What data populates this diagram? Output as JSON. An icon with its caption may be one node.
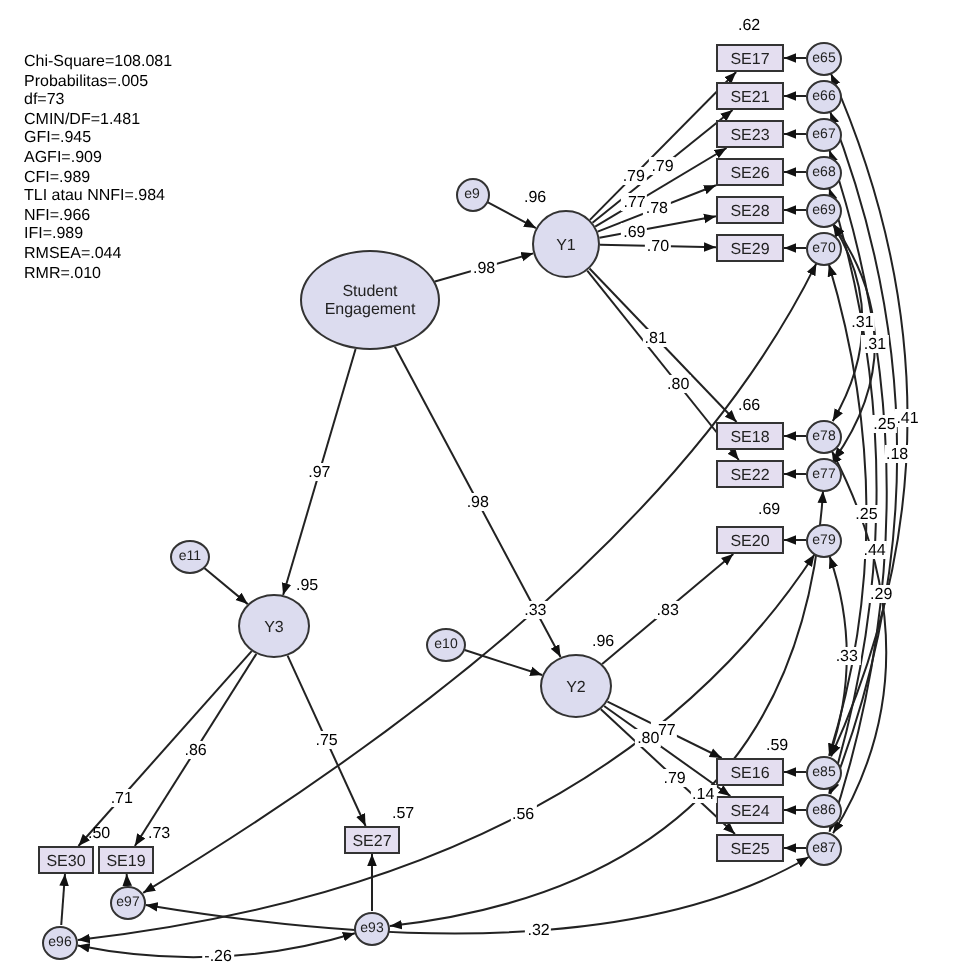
{
  "diagram": {
    "nodes": [
      {
        "text": [
          "Student Engagement"
        ]
      },
      {
        "text": [
          "Y1"
        ],
        "beside": [
          ".96"
        ]
      },
      {
        "text": [
          "Y2"
        ],
        "beside": [
          ".96"
        ]
      },
      {
        "text": [
          "Y3"
        ],
        "beside": [
          ".95"
        ]
      },
      {
        "text": [
          "e9"
        ]
      },
      {
        "text": [
          "e10"
        ]
      },
      {
        "text": [
          "e11"
        ]
      },
      {
        "text": [
          "SE17"
        ],
        "beside": [
          ".62"
        ]
      },
      {
        "text": [
          "SE21"
        ]
      },
      {
        "text": [
          "SE23"
        ]
      },
      {
        "text": [
          "SE26"
        ]
      },
      {
        "text": [
          "SE28"
        ]
      },
      {
        "text": [
          "SE29"
        ]
      },
      {
        "text": [
          "SE18"
        ],
        "beside": [
          ".66"
        ]
      },
      {
        "text": [
          "SE22"
        ]
      },
      {
        "text": [
          "SE20"
        ],
        "beside": [
          ".69"
        ]
      },
      {
        "text": [
          "SE16"
        ],
        "beside": [
          ".59"
        ]
      },
      {
        "text": [
          "SE24"
        ]
      },
      {
        "text": [
          "SE25"
        ]
      },
      {
        "text": [
          "SE30"
        ],
        "beside": [
          ".50"
        ]
      },
      {
        "text": [
          "SE19"
        ],
        "beside": [
          ".73"
        ]
      },
      {
        "text": [
          "SE27"
        ],
        "beside": [
          ".57"
        ]
      },
      {
        "text": [
          "e65"
        ]
      },
      {
        "text": [
          "e66"
        ]
      },
      {
        "text": [
          "e67"
        ]
      },
      {
        "text": [
          "e68"
        ]
      },
      {
        "text": [
          "e69"
        ]
      },
      {
        "text": [
          "e70"
        ]
      },
      {
        "text": [
          "e78"
        ]
      },
      {
        "text": [
          "e77"
        ]
      },
      {
        "text": [
          "e79"
        ]
      },
      {
        "text": [
          "e85"
        ]
      },
      {
        "text": [
          "e86"
        ]
      },
      {
        "text": [
          "e87"
        ]
      },
      {
        "text": [
          "e96"
        ]
      },
      {
        "text": [
          "e97"
        ]
      },
      {
        "text": [
          "e93"
        ]
      }
    ],
    "edges": [
      {
        "from": 0,
        "to": 1,
        "arrow": "to",
        "label": ".98"
      },
      {
        "from": 0,
        "to": 3,
        "arrow": "to",
        "label": ".97"
      },
      {
        "from": 0,
        "to": 2,
        "arrow": "to",
        "label": ".98"
      },
      {
        "from": 4,
        "to": 1,
        "arrow": "to"
      },
      {
        "from": 5,
        "to": 2,
        "arrow": "to"
      },
      {
        "from": 6,
        "to": 3,
        "arrow": "to"
      },
      {
        "from": 1,
        "to": 7,
        "arrow": "to",
        "label": ".79"
      },
      {
        "from": 1,
        "to": 8,
        "arrow": "to",
        "label": ".79"
      },
      {
        "from": 1,
        "to": 9,
        "arrow": "to",
        "label": ".77"
      },
      {
        "from": 1,
        "to": 10,
        "arrow": "to",
        "label": ".78"
      },
      {
        "from": 1,
        "to": 11,
        "arrow": "to",
        "label": ".69"
      },
      {
        "from": 1,
        "to": 12,
        "arrow": "to",
        "label": ".70"
      },
      {
        "from": 1,
        "to": 13,
        "arrow": "to",
        "label": ".81"
      },
      {
        "from": 1,
        "to": 14,
        "arrow": "to",
        "label": ".80"
      },
      {
        "from": 2,
        "to": 15,
        "arrow": "to",
        "label": ".83"
      },
      {
        "from": 2,
        "to": 16,
        "arrow": "to",
        "label": ".77"
      },
      {
        "from": 2,
        "to": 17,
        "arrow": "to",
        "label": ".80"
      },
      {
        "from": 2,
        "to": 18,
        "arrow": "to",
        "label": ".79"
      },
      {
        "from": 3,
        "to": 19,
        "arrow": "to",
        "label": ".71"
      },
      {
        "from": 3,
        "to": 20,
        "arrow": "to",
        "label": ".86"
      },
      {
        "from": 3,
        "to": 21,
        "arrow": "to",
        "label": ".75"
      },
      {
        "from": 22,
        "to": 7,
        "arrow": "to"
      },
      {
        "from": 23,
        "to": 8,
        "arrow": "to"
      },
      {
        "from": 24,
        "to": 9,
        "arrow": "to"
      },
      {
        "from": 25,
        "to": 10,
        "arrow": "to"
      },
      {
        "from": 26,
        "to": 11,
        "arrow": "to"
      },
      {
        "from": 27,
        "to": 12,
        "arrow": "to"
      },
      {
        "from": 28,
        "to": 13,
        "arrow": "to"
      },
      {
        "from": 29,
        "to": 14,
        "arrow": "to"
      },
      {
        "from": 30,
        "to": 15,
        "arrow": "to"
      },
      {
        "from": 31,
        "to": 16,
        "arrow": "to"
      },
      {
        "from": 32,
        "to": 17,
        "arrow": "to"
      },
      {
        "from": 33,
        "to": 18,
        "arrow": "to"
      },
      {
        "from": 34,
        "to": 19,
        "arrow": "to"
      },
      {
        "from": 35,
        "to": 20,
        "arrow": "to"
      },
      {
        "from": 36,
        "to": 21,
        "arrow": "to"
      },
      {
        "from": 22,
        "to": 31,
        "arrow": "both",
        "label": ".41"
      },
      {
        "from": 23,
        "to": 32,
        "arrow": "both",
        "label": ".18"
      },
      {
        "from": 24,
        "to": 33,
        "arrow": "both",
        "label": ".25"
      },
      {
        "from": 25,
        "to": 32,
        "arrow": "both",
        "label": ".44"
      },
      {
        "from": 26,
        "to": 28,
        "arrow": "both",
        "label": ".31"
      },
      {
        "from": 27,
        "to": 31,
        "arrow": "both",
        "label": ".25"
      },
      {
        "from": 26,
        "to": 29,
        "arrow": "both",
        "label": ".31"
      },
      {
        "from": 28,
        "to": 33,
        "arrow": "both",
        "label": ".29"
      },
      {
        "from": 30,
        "to": 31,
        "arrow": "both",
        "label": ".33"
      },
      {
        "from": 29,
        "to": 36,
        "arrow": "both",
        "label": ".14"
      },
      {
        "from": 27,
        "to": 35,
        "arrow": "both",
        "label": ".33"
      },
      {
        "from": 30,
        "to": 34,
        "arrow": "both",
        "label": ".56"
      },
      {
        "from": 34,
        "to": 36,
        "arrow": "both",
        "label": "-.26"
      },
      {
        "from": 35,
        "to": 33,
        "arrow": "both",
        "label": ".32"
      }
    ],
    "labels": [
      "Chi-Square=108.081",
      "Probabilitas=.005",
      "df=73",
      "CMIN/DF=1.481",
      "GFI=.945",
      "AGFI=.909",
      "CFI=.989",
      "TLI atau NNFI=.984",
      "NFI=.966",
      "IFI=.989",
      "RMSEA=.044",
      "RMR=.010"
    ]
  }
}
